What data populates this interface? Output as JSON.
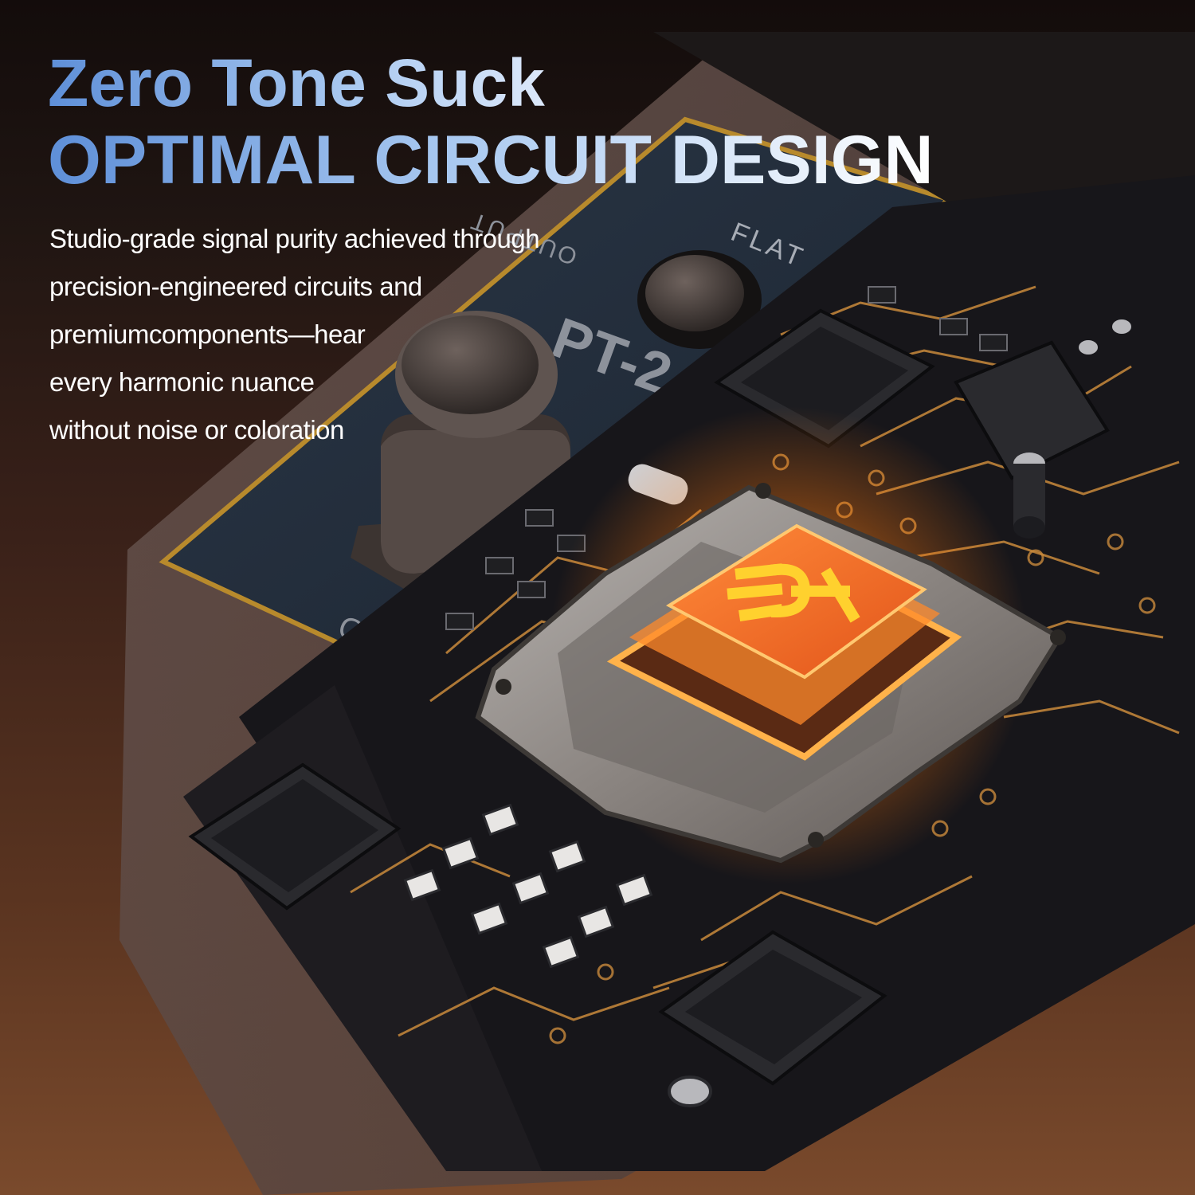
{
  "headline": {
    "line1": "Zero Tone Suck",
    "line2": "OPTIMAL CIRCUIT DESIGN"
  },
  "description": [
    "Studio-grade signal purity achieved through",
    "precision-engineered circuits and",
    "premiumcomponents—hear",
    "every harmonic nuance",
    "without noise or coloration"
  ],
  "pedal": {
    "flat_label": "FLAT",
    "output_label": "OUTPUT",
    "model_label": "PT-2",
    "guitar_label": "GUI"
  },
  "chip": {
    "logo_icon": "brand-logo-icon",
    "glow_color": "#ff9a1f"
  },
  "colors": {
    "headline_blue": "#8fb6ec",
    "trace_gold": "#c98a3c",
    "board": "#17161a"
  }
}
